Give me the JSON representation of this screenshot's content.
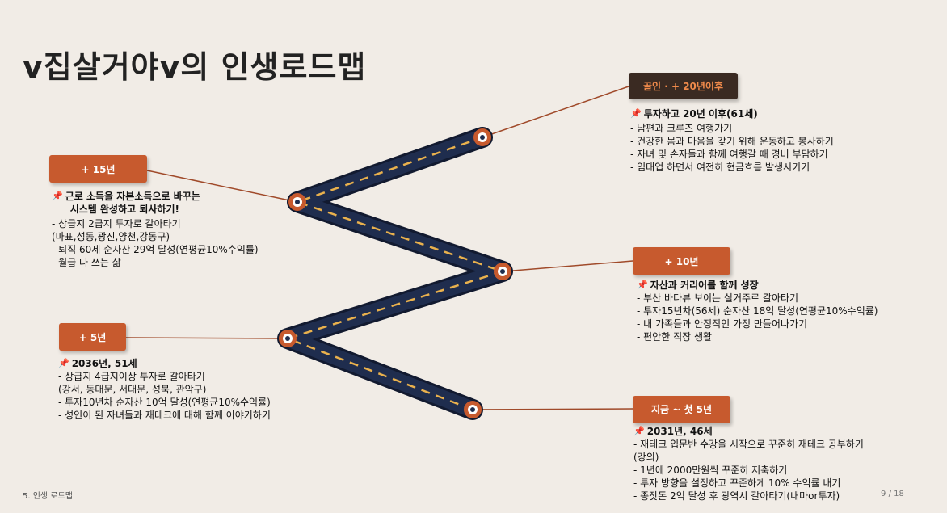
{
  "title": "v집살거야v의 인생로드맵",
  "footer": {
    "left": "5. 인생 로드맵",
    "page": "9",
    "sep": "/",
    "total": "18"
  },
  "stages": [
    {
      "tag": "+ 5년",
      "heading": "2036년, 51세",
      "items": [
        "- 상급지 4급지이상 투자로 갈아타기",
        " (강서, 동대문, 서대문, 성북, 관악구)",
        "- 투자10년차 순자산 10억 달성(연평균10%수익률)",
        "- 성인이 된 자녀들과 재테크에 대해 함께 이야기하기"
      ]
    },
    {
      "tag": "+ 15년",
      "heading_lines": [
        "근로 소득을 자본소득으로 바꾸는",
        "시스템 완성하고 퇴사하기!"
      ],
      "items": [
        "- 상급지 2급지 투자로 갈아타기",
        "  (마표,성동,광진,양천,강동구)",
        "- 퇴직 60세 순자산 29억 달성(연평균10%수익률)",
        "- 월급 다 쓰는 삶"
      ]
    },
    {
      "tag": "지금 ~ 첫 5년",
      "heading": "2031년, 46세",
      "items": [
        "-   재테크 입문반 수강을 시작으로 꾸준히 재테크 공부하기",
        "    (강의)",
        "-   1년에 2000만원씩 꾸준히 저축하기",
        "-   투자 방향을 설정하고 꾸준하게 10% 수익률 내기",
        "-   종잣돈 2억 달성 후 광역시 갈아타기(내마or투자)"
      ]
    },
    {
      "tag": "+ 10년",
      "heading": "자산과 커리어를 함께 성장",
      "items": [
        "- 부산 바다뷰 보이는 실거주로 갈아타기",
        "- 투자15년차(56세) 순자산 18억 달성(연평균10%수익률)",
        "- 내 가족들과 안정적인 가정 만들어나가기",
        "- 편안한 직장 생활"
      ]
    },
    {
      "tag": "골인 · + 20년이후",
      "heading": "투자하고 20년 이후(61세)",
      "items": [
        "-   남편과 크루즈 여행가기",
        "-   건강한 몸과 마음을 갖기 위해 운동하고 봉사하기",
        "-   자녀 및 손자들과 함께 여행갈 때 경비 부담하기",
        "-   임대업 하면서 여전히 현금흐름 발생시키기"
      ]
    }
  ],
  "icons": {
    "pin": "pushpin-icon"
  },
  "colors": {
    "accent": "#c75a2e",
    "road": "#1f2d4e",
    "dash": "#e9b14d",
    "background": "#f1ece6"
  }
}
